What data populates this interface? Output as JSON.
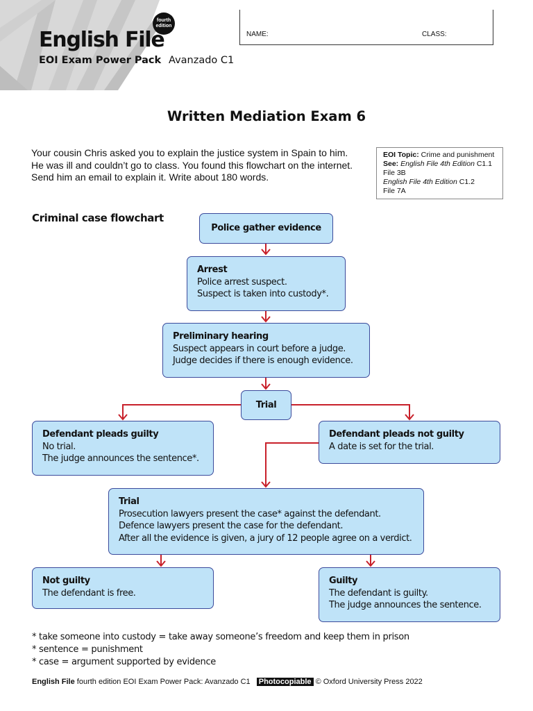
{
  "header": {
    "brand": "English File",
    "badge_line1": "fourth",
    "badge_line2": "edition",
    "subtitle": "EOI Exam Power Pack",
    "level": "Avanzado C1",
    "name_label": "NAME:",
    "class_label": "CLASS:"
  },
  "page_title": "Written Mediation Exam 6",
  "instructions": "Your cousin Chris asked you to explain the justice system in Spain to him. He was ill and couldn’t go to class. You found this flowchart on the internet. Send him an email to explain it. Write about 180 words.",
  "topic_box": {
    "topic_label": "EOI Topic:",
    "topic_value": "Crime and punishment",
    "see_label": "See:",
    "ref1_book": "English File 4th Edition",
    "ref1_level": "C1.1",
    "ref1_file": "File 3B",
    "ref2_book": "English File 4th Edition",
    "ref2_level": "C1.2",
    "ref2_file": "File 7A"
  },
  "flowchart": {
    "heading": "Criminal case flowchart",
    "police": "Police gather evidence",
    "arrest": {
      "title": "Arrest",
      "lines": [
        "Police arrest suspect.",
        "Suspect is taken into custody*."
      ]
    },
    "hearing": {
      "title": "Preliminary hearing",
      "lines": [
        "Suspect appears in court before a judge.",
        "Judge decides if there is enough evidence."
      ]
    },
    "trial_label": "Trial",
    "guilty_plea": {
      "title": "Defendant pleads guilty",
      "lines": [
        "No trial.",
        "The judge announces the sentence*."
      ]
    },
    "not_guilty_plea": {
      "title": "Defendant pleads not guilty",
      "lines": [
        "A date is set for the trial."
      ]
    },
    "trial": {
      "title": "Trial",
      "lines": [
        "Prosecution lawyers present the case* against the defendant.",
        "Defence lawyers present the case for the defendant.",
        "After all the evidence is given, a jury of 12 people agree on a verdict."
      ]
    },
    "not_guilty": {
      "title": "Not guilty",
      "lines": [
        "The defendant is free."
      ]
    },
    "guilty": {
      "title": "Guilty",
      "lines": [
        "The defendant is guilty.",
        "The judge announces the sentence."
      ]
    }
  },
  "footnotes": [
    "* take someone into custody = take away someone’s freedom and keep them in prison",
    "* sentence = punishment",
    "* case = argument supported by evidence"
  ],
  "footer": {
    "brand": "English File",
    "text": "fourth edition EOI Exam Power Pack: Avanzado C1",
    "photocopiable": "Photocopiable",
    "copyright": "© Oxford University Press 2022"
  },
  "colors": {
    "box_fill": "#bfe3f8",
    "box_border": "#3b4a9b",
    "arrow": "#c8202a"
  }
}
